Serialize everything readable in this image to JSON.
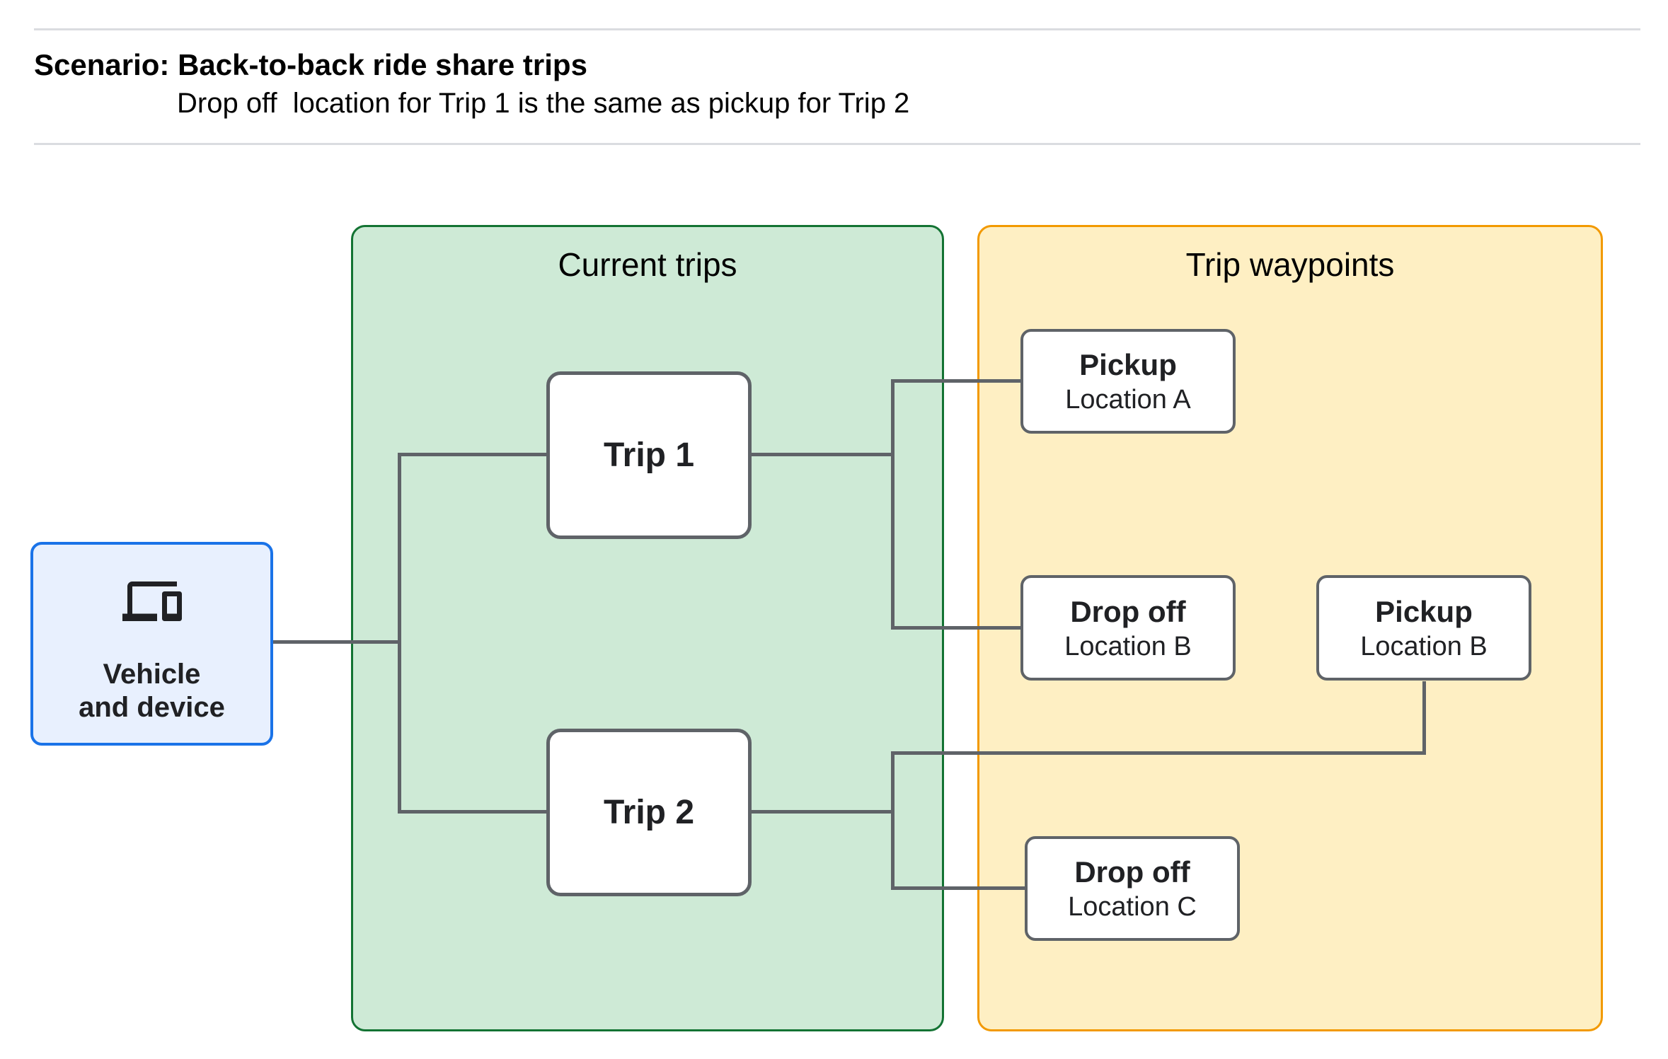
{
  "header": {
    "title": "Scenario: Back-to-back ride share trips",
    "subtitle": "Drop off  location for Trip 1 is the same as pickup for Trip 2"
  },
  "groups": {
    "current_trips": {
      "label": "Current trips"
    },
    "trip_waypoints": {
      "label": "Trip waypoints"
    }
  },
  "nodes": {
    "vehicle": {
      "label_line1": "Vehicle",
      "label_line2": "and device",
      "icon": "devices-icon"
    },
    "trip1": {
      "label": "Trip 1"
    },
    "trip2": {
      "label": "Trip 2"
    },
    "pickup_a": {
      "title": "Pickup",
      "subtitle": "Location A"
    },
    "dropoff_b": {
      "title": "Drop off",
      "subtitle": "Location B"
    },
    "pickup_b": {
      "title": "Pickup",
      "subtitle": "Location B"
    },
    "dropoff_c": {
      "title": "Drop off",
      "subtitle": "Location C"
    }
  },
  "colors": {
    "blue_border": "#1a73e8",
    "blue_fill": "#e8f0fe",
    "green_border": "#137333",
    "green_fill": "#ceead6",
    "orange_border": "#f29900",
    "orange_fill": "#feefc3",
    "line_gray": "#5f6368",
    "node_border": "#5f6368",
    "divider": "#dadce0",
    "ink": "#202124"
  }
}
